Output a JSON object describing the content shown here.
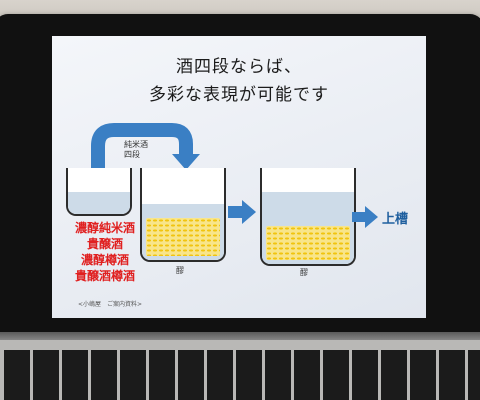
{
  "slide": {
    "title_line1": "酒四段ならば、",
    "title_line2": "多彩な表現が可能です",
    "source_label": "純米酒",
    "source_label2": "四段",
    "beaker2_label": "醪",
    "beaker3_label": "醪",
    "output_label": "上槽",
    "products": [
      "濃醇純米酒",
      "貴醸酒",
      "濃醇樽酒",
      "貴醸酒樽酒"
    ],
    "footnote": "<小嶋屋　ご案内資料>"
  },
  "colors": {
    "arrow_blue": "#3a7fc4",
    "product_red": "#e02020",
    "liquid_blue": "#cddbe8",
    "rice_yellow": "#f1c40f"
  }
}
